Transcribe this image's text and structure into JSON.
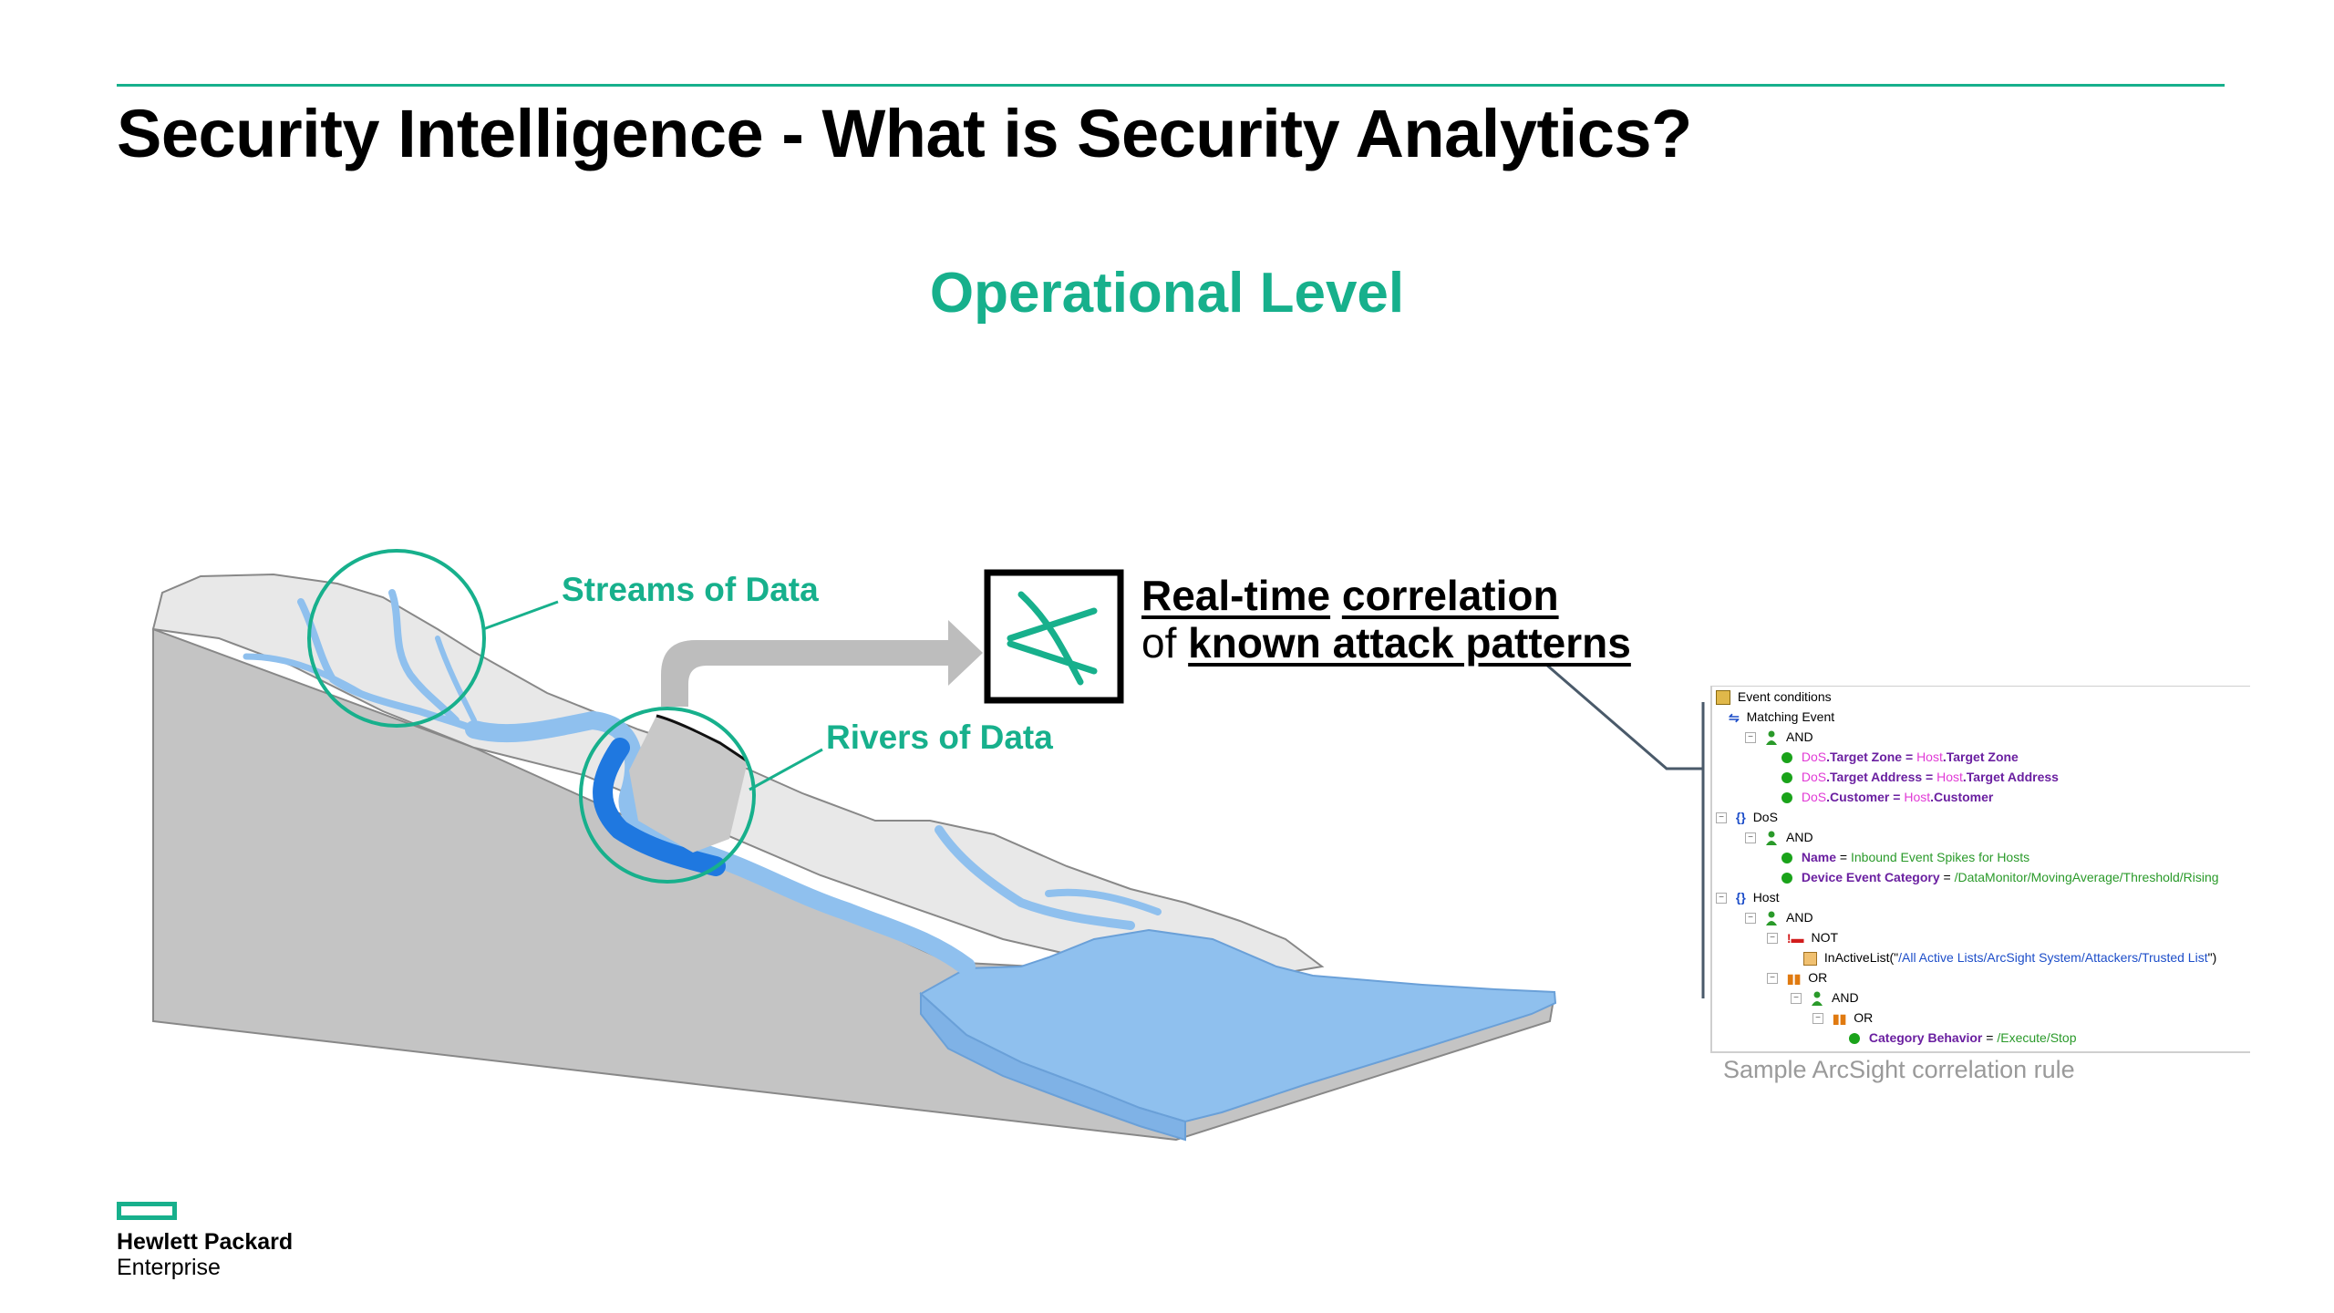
{
  "slide": {
    "title": "Security Intelligence - What is Security Analytics?",
    "subtitle": "Operational Level"
  },
  "diagram": {
    "streams_label": "Streams of Data",
    "rivers_label": "Rivers of Data",
    "realtime": {
      "part1": "Real-time",
      "part2": "correlation",
      "part3": "of",
      "part4": "known attack patterns"
    }
  },
  "rule_panel": {
    "rows": [
      "Event conditions",
      "Matching Event",
      "AND",
      "DoS",
      ".Target Zone = ",
      "Host",
      ".Target Zone",
      ".Target Address = ",
      ".Target Address",
      ".Customer = ",
      ".Customer",
      "DoS",
      "AND",
      "Name",
      " = ",
      "Inbound Event Spikes for Hosts",
      "Device Event Category",
      "/DataMonitor/MovingAverage/Threshold/Rising",
      "Host",
      "AND",
      "NOT",
      "InActiveList(\"",
      "/All Active Lists/ArcSight System/Attackers/Trusted List",
      "\")",
      "OR",
      "AND",
      "OR",
      "Category Behavior",
      "/Execute/Stop"
    ],
    "caption": "Sample ArcSight correlation rule"
  },
  "brand": {
    "line1": "Hewlett Packard",
    "line2": "Enterprise"
  },
  "colors": {
    "accent": "#17b08c",
    "water_light": "#8fc0ee",
    "water_dark": "#1f78e0",
    "terrain_top": "#e6e6e6",
    "terrain_side": "#c4c4c4"
  }
}
